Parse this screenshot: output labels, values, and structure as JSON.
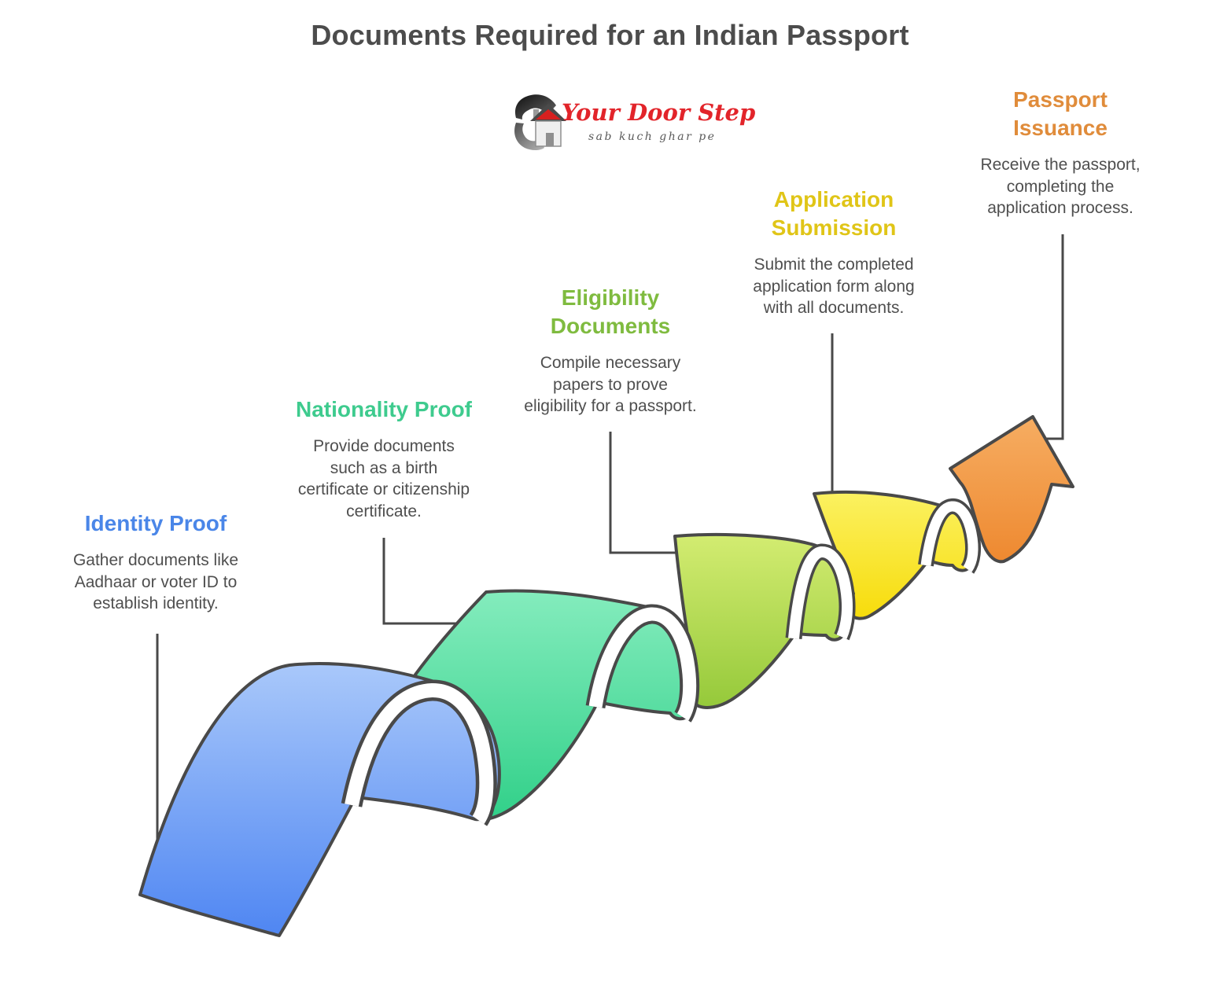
{
  "title": "Documents Required for an Indian Passport",
  "logo": {
    "name": "Your Door Step",
    "tagline": "sab kuch ghar pe",
    "brand_color": "#e2242a",
    "icon": "house-icon"
  },
  "colors": {
    "title_text": "#4c4c4c",
    "body_text": "#4f4f4f",
    "outline": "#494949",
    "background": "#ffffff"
  },
  "steps": [
    {
      "heading": "Identity Proof",
      "heading_lines": [
        "Identity Proof"
      ],
      "description": "Gather documents like Aadhaar or voter ID to establish identity.",
      "description_lines": [
        "Gather documents like",
        "Aadhaar or voter ID to",
        "establish identity."
      ],
      "color": "#4a86e8",
      "ribbon_gradient": [
        "#a9c8fa",
        "#4f86f2"
      ]
    },
    {
      "heading": "Nationality Proof",
      "heading_lines": [
        "Nationality Proof"
      ],
      "description": "Provide documents such as a birth certificate or citizenship certificate.",
      "description_lines": [
        "Provide documents",
        "such as a birth",
        "certificate or citizenship",
        "certificate."
      ],
      "color": "#3ecb8e",
      "ribbon_gradient": [
        "#84ecbd",
        "#31d089"
      ]
    },
    {
      "heading": "Eligibility Documents",
      "heading_lines": [
        "Eligibility",
        "Documents"
      ],
      "description": "Compile necessary papers to prove eligibility for a passport.",
      "description_lines": [
        "Compile necessary",
        "papers to prove",
        "eligibility for a passport."
      ],
      "color": "#7fbb3f",
      "ribbon_gradient": [
        "#d3ec71",
        "#95c93a"
      ]
    },
    {
      "heading": "Application Submission",
      "heading_lines": [
        "Application",
        "Submission"
      ],
      "description": "Submit the completed application form along with all documents.",
      "description_lines": [
        "Submit the completed",
        "application form along",
        "with all documents."
      ],
      "color": "#e0c517",
      "ribbon_gradient": [
        "#fbf161",
        "#f7dc0b"
      ]
    },
    {
      "heading": "Passport Issuance",
      "heading_lines": [
        "Passport",
        "Issuance"
      ],
      "description": "Receive the passport, completing the application process.",
      "description_lines": [
        "Receive the passport,",
        "completing the",
        "application process."
      ],
      "color": "#e08c3b",
      "ribbon_gradient": [
        "#f6ad62",
        "#ee8930"
      ]
    }
  ]
}
